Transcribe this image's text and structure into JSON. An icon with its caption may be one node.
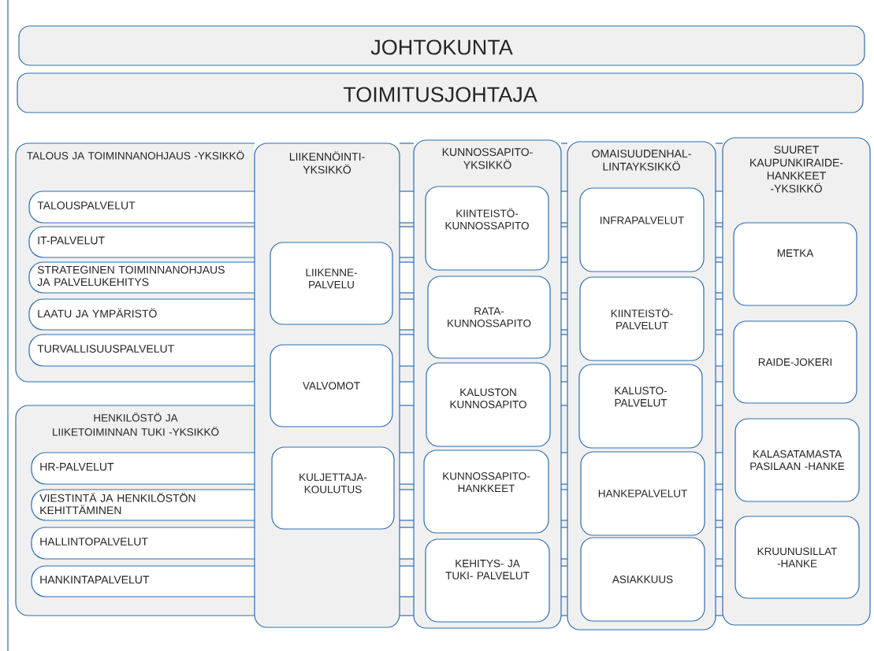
{
  "diagram": {
    "nodes": [
      {
        "text": [
          "JOHTOKUNTA"
        ]
      },
      {
        "text": [
          "TOIMITUSJOHTAJA"
        ]
      },
      {
        "text": [
          "TALOUS JA TOIMINNANOHJAUS -YKSIKKÖ"
        ]
      },
      {
        "text": [
          "TALOUSPALVELUT"
        ],
        "in": 2
      },
      {
        "text": [
          "IT-PALVELUT"
        ],
        "in": 2
      },
      {
        "text": [
          "STRATEGINEN TOIMINNANOHJAUS JA PALVELUKEHITYS"
        ],
        "in": 2
      },
      {
        "text": [
          "LAATU JA YMPÄRISTÖ"
        ],
        "in": 2
      },
      {
        "text": [
          "TURVALLISUUSPALVELUT"
        ],
        "in": 2
      },
      {
        "text": [
          "HENKILÖSTÖ JA LIIKETOIMINNAN TUKI -YKSIKKÖ"
        ]
      },
      {
        "text": [
          "HR-PALVELUT"
        ],
        "in": 8
      },
      {
        "text": [
          "VIESTINTÄ JA HENKILÖSTÖN KEHITTÄMINEN"
        ],
        "in": 8
      },
      {
        "text": [
          "HALLINTOPALVELUT"
        ],
        "in": 8
      },
      {
        "text": [
          "HANKINTAPALVELUT"
        ],
        "in": 8
      },
      {
        "text": [
          "LIIKENNÖINTI- YKSIKKÖ"
        ]
      },
      {
        "text": [
          "LIIKENNE- PALVELU"
        ],
        "in": 13
      },
      {
        "text": [
          "VALVOMOT"
        ],
        "in": 13
      },
      {
        "text": [
          "KULJETTAJA- KOULUTUS"
        ],
        "in": 13
      },
      {
        "text": [
          "KUNNOSSAPITO- YKSIKKÖ"
        ]
      },
      {
        "text": [
          "KIINTEISTÖ- KUNNOSSAPITO"
        ],
        "in": 17
      },
      {
        "text": [
          "RATA- KUNNOSSAPITO"
        ],
        "in": 17
      },
      {
        "text": [
          "KALUSTON KUNNOSAPITO"
        ],
        "in": 17
      },
      {
        "text": [
          "KUNNOSSAPITO- HANKKEET"
        ],
        "in": 17
      },
      {
        "text": [
          "KEHITYS- JA TUKI- PALVELUT"
        ],
        "in": 17
      },
      {
        "text": [
          "OMAISUUDENHAL- LINTAYKSIKKÖ"
        ]
      },
      {
        "text": [
          "INFRAPALVELUT"
        ],
        "in": 23
      },
      {
        "text": [
          "KIINTEISTÖ- PALVELUT"
        ],
        "in": 23
      },
      {
        "text": [
          "KALUSTO- PALVELUT"
        ],
        "in": 23
      },
      {
        "text": [
          "HANKEPALVELUT"
        ],
        "in": 23
      },
      {
        "text": [
          "ASIAKKUUS"
        ],
        "in": 23
      },
      {
        "text": [
          "SUURET KAUPUNKIRAIDE- HANKKEET -YKSIKKÖ"
        ]
      },
      {
        "text": [
          "METKA"
        ],
        "in": 29
      },
      {
        "text": [
          "RAIDE-JOKERI"
        ],
        "in": 29
      },
      {
        "text": [
          "KALASATAMASTA PASILAAN -HANKE"
        ],
        "in": 29
      },
      {
        "text": [
          "KRUUNUSILLAT -HANKE"
        ],
        "in": 29
      }
    ]
  }
}
